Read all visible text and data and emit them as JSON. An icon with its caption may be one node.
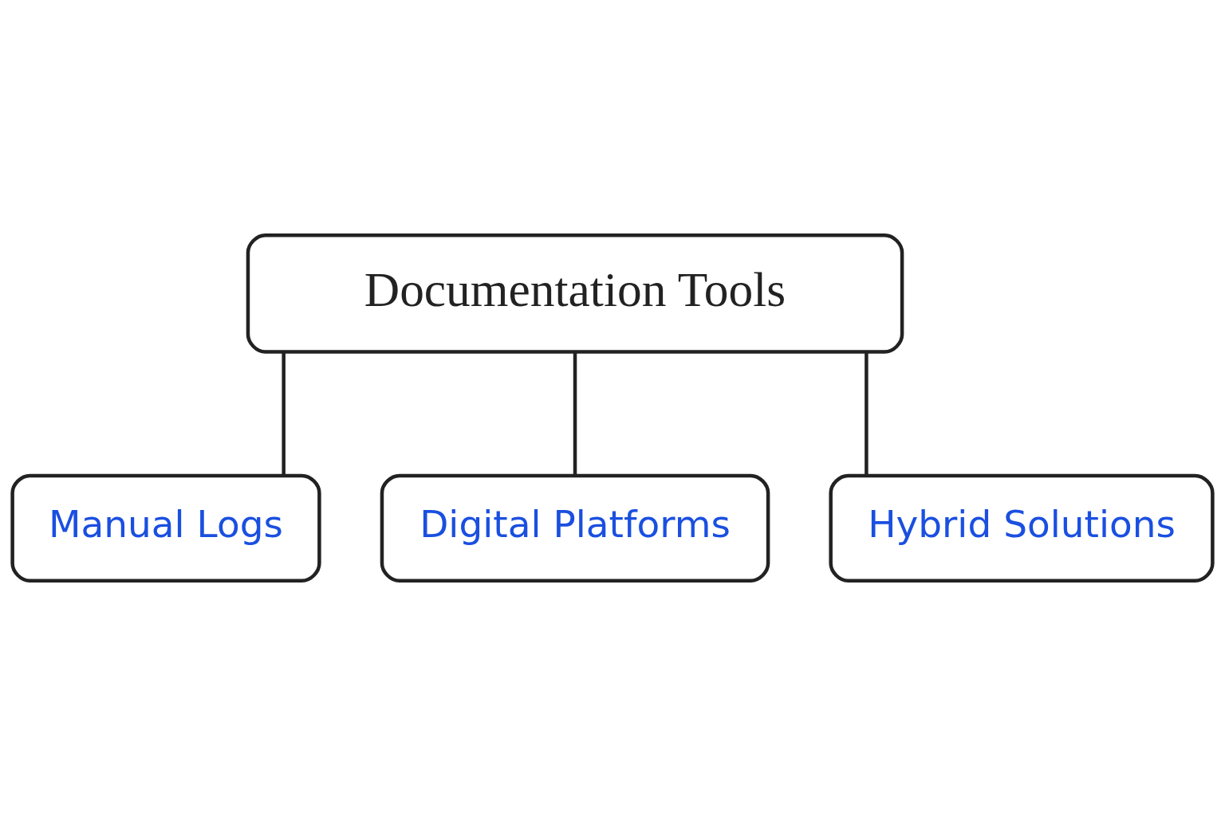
{
  "diagram": {
    "nodes": [
      {
        "text": [
          "Documentation Tools"
        ]
      },
      {
        "text": [
          "Manual Logs"
        ]
      },
      {
        "text": [
          "Digital Platforms"
        ]
      },
      {
        "text": [
          "Hybrid Solutions"
        ]
      }
    ],
    "edges": [
      {
        "from": 0,
        "to": 1,
        "arrow": "none"
      },
      {
        "from": 0,
        "to": 2,
        "arrow": "none"
      },
      {
        "from": 0,
        "to": 3,
        "arrow": "none"
      }
    ]
  }
}
